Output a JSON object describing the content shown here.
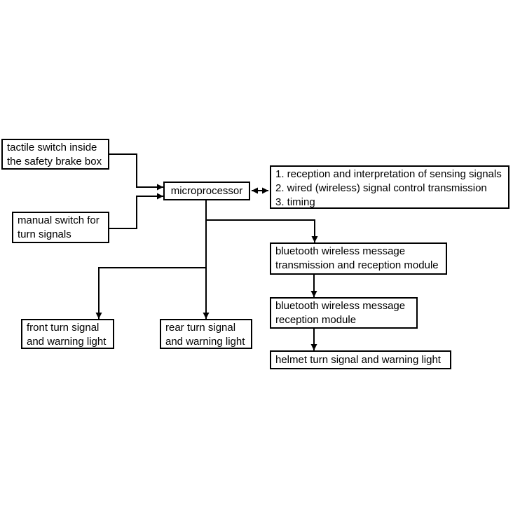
{
  "diagram": {
    "type": "block-flow-diagram",
    "background_color": "#ffffff",
    "line_color": "#000000",
    "box_border_color": "#000000",
    "nodes": {
      "tactile": {
        "lines": [
          "tactile switch inside",
          "the safety brake box"
        ]
      },
      "manual": {
        "lines": [
          "manual switch for",
          "turn signals"
        ]
      },
      "microprocessor": {
        "label": "microprocessor"
      },
      "functions": {
        "lines": [
          "1. reception and interpretation of sensing signals",
          "2. wired (wireless) signal control transmission",
          "3. timing"
        ]
      },
      "bt_transmission": {
        "lines": [
          "bluetooth wireless message",
          "transmission and reception module"
        ]
      },
      "bt_reception": {
        "lines": [
          "bluetooth wireless message",
          "reception module"
        ]
      },
      "helmet": {
        "label": "helmet turn signal and warning light"
      },
      "front": {
        "lines": [
          "front turn signal",
          "and warning light"
        ]
      },
      "rear": {
        "lines": [
          "rear turn signal",
          "and warning light"
        ]
      }
    },
    "edges": [
      {
        "from": "tactile",
        "to": "microprocessor",
        "direction": "one-way"
      },
      {
        "from": "manual",
        "to": "microprocessor",
        "direction": "one-way"
      },
      {
        "from": "microprocessor",
        "to": "functions",
        "direction": "two-way"
      },
      {
        "from": "microprocessor",
        "to": "bt_transmission",
        "direction": "one-way"
      },
      {
        "from": "microprocessor",
        "to": "front",
        "direction": "one-way"
      },
      {
        "from": "microprocessor",
        "to": "rear",
        "direction": "one-way"
      },
      {
        "from": "bt_transmission",
        "to": "bt_reception",
        "direction": "one-way"
      },
      {
        "from": "bt_reception",
        "to": "helmet",
        "direction": "one-way"
      }
    ]
  }
}
